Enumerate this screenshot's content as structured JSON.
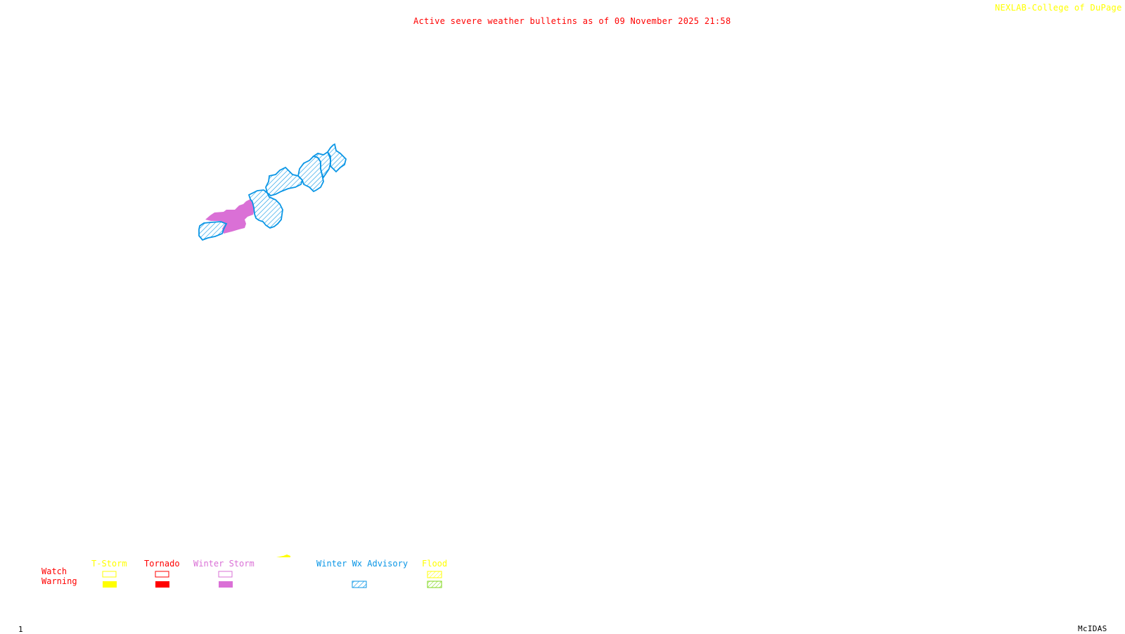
{
  "header": {
    "title": "Active severe weather bulletins as of 09 November 2025 21:58",
    "credit": "NEXLAB-College of DuPage",
    "credit_icon": "nexlab-logo-icon"
  },
  "colors": {
    "title": "#ff0000",
    "credit": "#ffff00",
    "tstorm": "#ffff00",
    "tornado": "#ff0000",
    "winter_storm": "#da70d6",
    "winter_wx_advisory": "#0a96e6",
    "flood_watch": "#ffff00",
    "flood_warning": "#7cd616"
  },
  "map": {
    "active_regions": [
      {
        "type": "Winter Wx Advisory",
        "count_shapes": 6
      },
      {
        "type": "Winter Storm Warning",
        "count_shapes": 1
      }
    ]
  },
  "legend": {
    "row_labels": {
      "watch": "Watch",
      "warning": "Warning"
    },
    "categories": [
      {
        "label": "T-Storm",
        "watch": "outline",
        "warning": "filled"
      },
      {
        "label": "Tornado",
        "watch": "outline",
        "warning": "filled"
      },
      {
        "label": "Winter Storm",
        "watch": "outline",
        "warning": "filled"
      },
      {
        "label": "Winter Wx Advisory",
        "watch": "none",
        "warning": "hatched"
      },
      {
        "label": "Flood",
        "watch": "hatched",
        "warning": "hatched"
      }
    ]
  },
  "footer": {
    "frame_number": "1",
    "software": "McIDAS"
  }
}
